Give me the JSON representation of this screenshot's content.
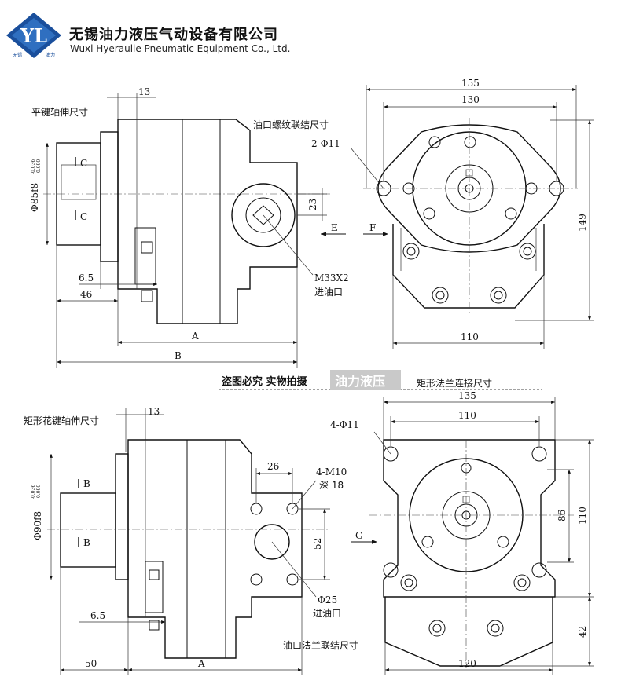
{
  "company": {
    "logo_text": "YL",
    "logo_sub_left": "无锡",
    "logo_sub_right": "油力",
    "name_cn": "无锡油力液压气动设备有限公司",
    "name_en": "Wuxl Hyeraulie Pneumatic Equipment Co., Ltd."
  },
  "top_side_view": {
    "title": "平键轴伸尺寸",
    "dim_13": "13",
    "dia_label": "Φ85f8",
    "tol_upper": "-0.036",
    "tol_lower": "-0.090",
    "section_c_top": "C",
    "section_c_bottom": "C",
    "port_title": "油口螺纹联结尺寸",
    "dim_23": "23",
    "view_e": "E",
    "dim_6_5": "6.5",
    "dim_46": "46",
    "port_thread": "M33X2",
    "port_inlet": "进油口",
    "dim_a": "A",
    "dim_b": "B"
  },
  "top_front_view": {
    "dim_155": "155",
    "dim_130": "130",
    "holes": "2-Φ11",
    "view_f": "F",
    "dim_149": "149",
    "dim_110": "110"
  },
  "watermark": {
    "text": "盗图必究 实物拍摄",
    "badge": "油力液压"
  },
  "bottom_front_view": {
    "title": "矩形法兰连接尺寸",
    "dim_135": "135",
    "dim_110_top": "110",
    "holes": "4-Φ11",
    "dim_86": "86",
    "dim_110_side": "110",
    "view_g": "G",
    "dim_42": "42",
    "dim_120": "120"
  },
  "bottom_side_view": {
    "title": "矩形花键轴伸尺寸",
    "dim_13": "13",
    "section_b_top": "B",
    "section_b_bottom": "B",
    "dia_label": "Φ90f8",
    "tol_upper": "-0.036",
    "tol_lower": "-0.090",
    "dim_26": "26",
    "thread": "4-M10",
    "depth": "深 18",
    "dim_52": "52",
    "port_dia": "Φ25",
    "port_inlet": "进油口",
    "dim_6_5": "6.5",
    "dim_50": "50",
    "dim_a": "A",
    "flange_title": "油口法兰联结尺寸"
  }
}
